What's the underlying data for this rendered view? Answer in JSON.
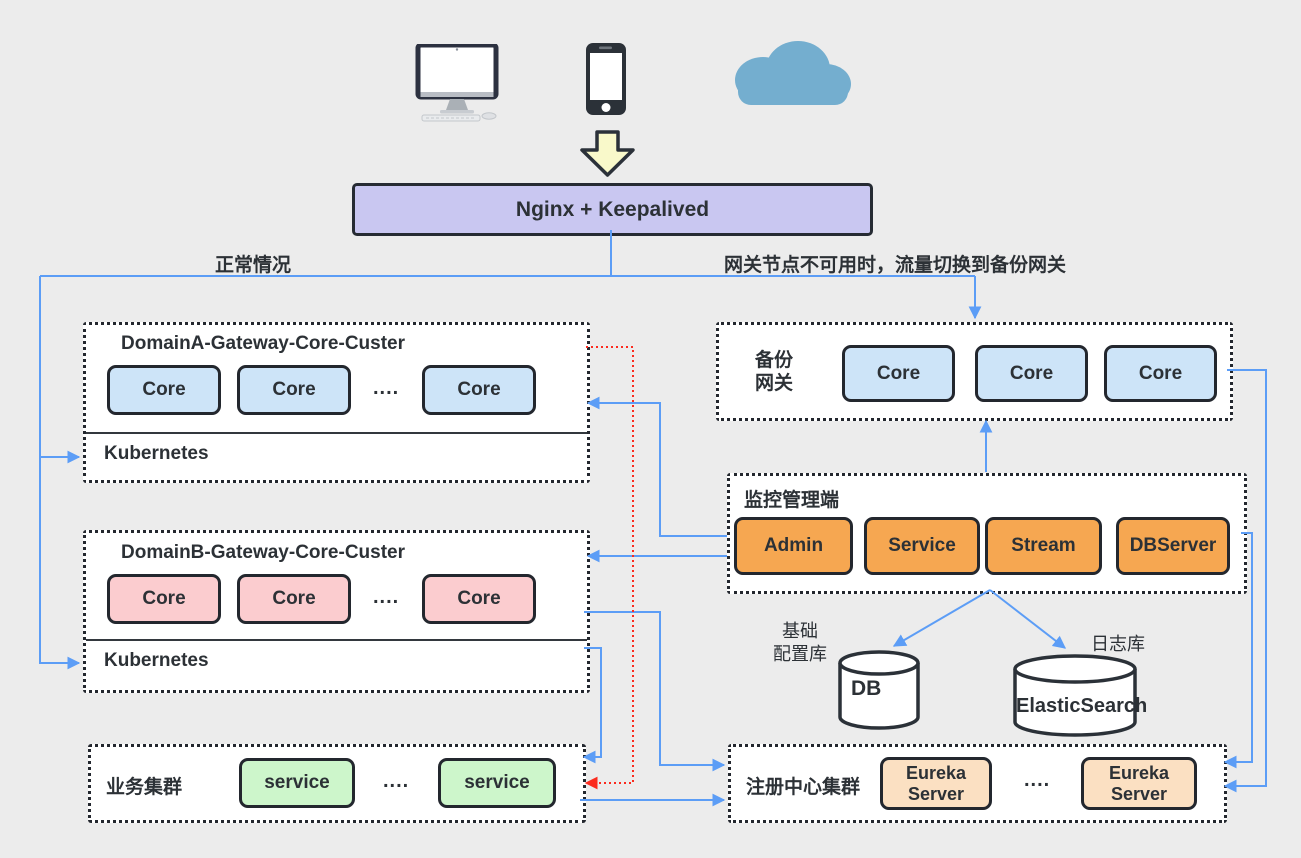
{
  "top": {
    "nginx_label": "Nginx + Keepalived",
    "monitor_icon": "desktop-computer-icon",
    "phone_icon": "smartphone-icon",
    "cloud_icon": "cloud-icon",
    "down_arrow_icon": "big-down-arrow-icon"
  },
  "branches": {
    "normal_label": "正常情况",
    "failover_label": "网关节点不可用时，流量切换到备份网关"
  },
  "domain_a": {
    "title": "DomainA-Gateway-Core-Custer",
    "cores": [
      "Core",
      "Core",
      "Core"
    ],
    "dots": "....",
    "platform": "Kubernetes"
  },
  "domain_b": {
    "title": "DomainB-Gateway-Core-Custer",
    "cores": [
      "Core",
      "Core",
      "Core"
    ],
    "dots": "....",
    "platform": "Kubernetes"
  },
  "backup_gateway": {
    "title_line1": "备份",
    "title_line2": "网关",
    "cores": [
      "Core",
      "Core",
      "Core"
    ]
  },
  "monitor_console": {
    "title": "监控管理端",
    "modules": [
      "Admin",
      "Service",
      "Stream",
      "DBServer"
    ]
  },
  "config_db": {
    "caption_line1": "基础",
    "caption_line2": "配置库",
    "label": "DB"
  },
  "log_store": {
    "caption": "日志库",
    "label": "ElasticSearch"
  },
  "business_cluster": {
    "title": "业务集群",
    "services": [
      "service",
      "service"
    ],
    "dots": "...."
  },
  "registry_cluster": {
    "title": "注册中心集群",
    "nodes": [
      "Eureka Server",
      "Eureka Server"
    ],
    "dots": "...."
  },
  "colors": {
    "background": "#ececec",
    "nginx_fill": "#c9c7f1",
    "core_blue": "#cde4f8",
    "core_pink": "#fbcccf",
    "module_orange": "#f6a751",
    "service_green": "#cdf6cb",
    "eureka_peach": "#fbe0c2",
    "connector_blue": "#5c9df6",
    "connector_red": "#fb2b1e",
    "big_arrow_yellow": "#f9f9ca",
    "cloud_blue": "#74aecf",
    "dark_border": "#23272e"
  }
}
